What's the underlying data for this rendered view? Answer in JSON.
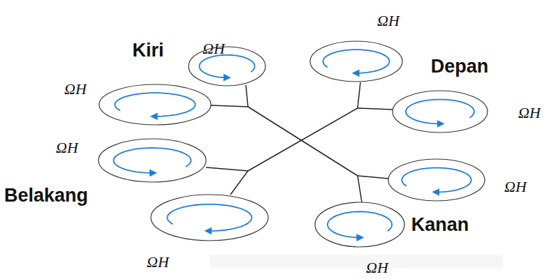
{
  "diagram": {
    "labels": [
      "ΩH",
      "ΩH",
      "Kiri",
      "Depan",
      "ΩH",
      "ΩH",
      "ΩH",
      "Belakang",
      "ΩH",
      "ΩH",
      "Kanan",
      "ΩH"
    ]
  }
}
